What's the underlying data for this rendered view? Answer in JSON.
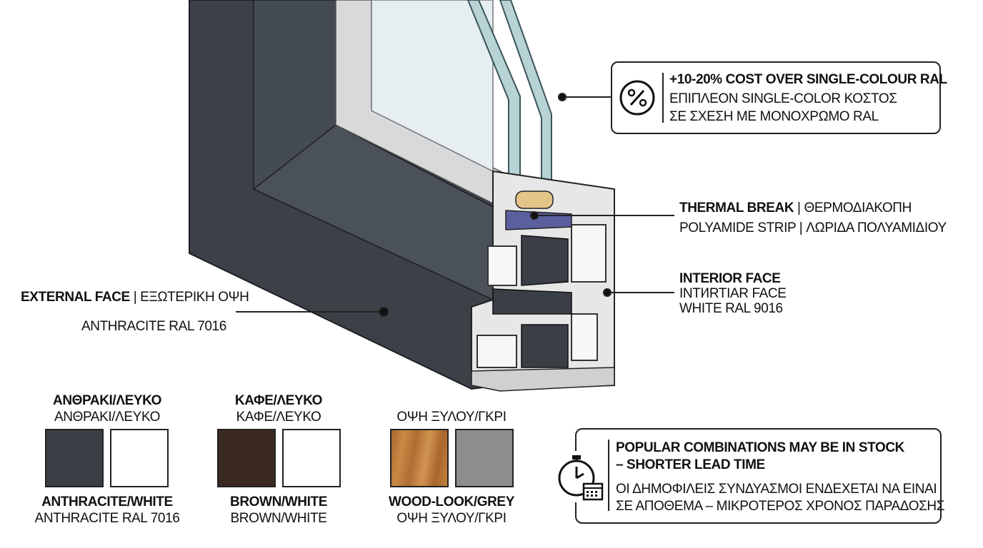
{
  "colors": {
    "anthracite": "#3a3f45",
    "white": "#ffffff",
    "brown": "#3b2a22",
    "wood": "#b9773a",
    "grey": "#8e8e8e",
    "thermal_break": "#5a5f9e",
    "gasket": "#e3c489"
  },
  "cost_callout": {
    "icon": "percent-icon",
    "line1": "+10-20% COST OVER SINGLE-COLOUR RAL",
    "line2": "ΕΠΙΠΛΕΟΝ SINGLE-COLOR ΚΟΣΤΟΣ",
    "line3": "ΣΕ ΣΧΕΣΗ ΜΕ ΜΟΝΟΧΡΩΜΟ RAL"
  },
  "thermal_break": {
    "title_bold": "THERMAL BREAK",
    "title_rest": " | ΘΕΡΜΟΔΙΑΚΟΠΗ",
    "sub": "POLYAMIDE STRIP | ΛΩΡΙΔΑ ΠΟΛΥΑΜΙΔΙΟΥ"
  },
  "interior_face": {
    "title": "INTERIOR FACE",
    "line2": "INTI⁄IRTIAR FACE",
    "line3": "WHITE RAL 9016"
  },
  "external_face": {
    "title_bold": "EXTERNAL FACE",
    "title_rest": " | ΕΞΩΤΕΡΙΚΗ ΟΨΗ",
    "sub": "ANTHRACITE RAL 7016"
  },
  "swatch_groups": [
    {
      "top_bold": "ΑΝΘΡΑΚΙ/ΛΕΥΚΟ",
      "top_regular": "ΑΝΘΡΑΚΙ/ΛΕΥΚΟ",
      "bottom_bold": "ANTHRACITE/WHITE",
      "bottom_regular": "ANTHRACITE RAL 7016"
    },
    {
      "top_bold": "ΚΑΦΕ/ΛΕΥΚΟ",
      "top_regular": "ΚΑΦΕ/ΛΕΥΚΟ",
      "bottom_bold": "BROWN/WHITE",
      "bottom_regular": "BROWN/WHITE"
    },
    {
      "top_regular": "ΟΨΗ ΞΥΛΟΥ/ΓΚΡΙ",
      "bottom_bold": "WOOD-LOOK/GREY",
      "bottom_regular": "ΟΨΗ ΞΥΛΟΥ/ΓΚΡΙ"
    }
  ],
  "stock_callout": {
    "icon": "stopwatch-calendar-icon",
    "line1": "POPULAR COMBINATIONS MAY BE IN STOCK",
    "line2": "– SHORTER LEAD TIME",
    "line3": "ΟΙ ΔΗΜΟΦΙΛΕΙΣ ΣΥΝΔΥΑΣΜΟΙ ΕΝΔΕΧΕΤΑΙ ΝΑ ΕΙΝΑΙ",
    "line4": "ΣΕ ΑΠΟΘΕΜΑ – ΜΙΚΡΟΤΕΡΟΣ ΧΡΟΝΟΣ ΠΑΡΑΔΟΣΗΣ"
  }
}
